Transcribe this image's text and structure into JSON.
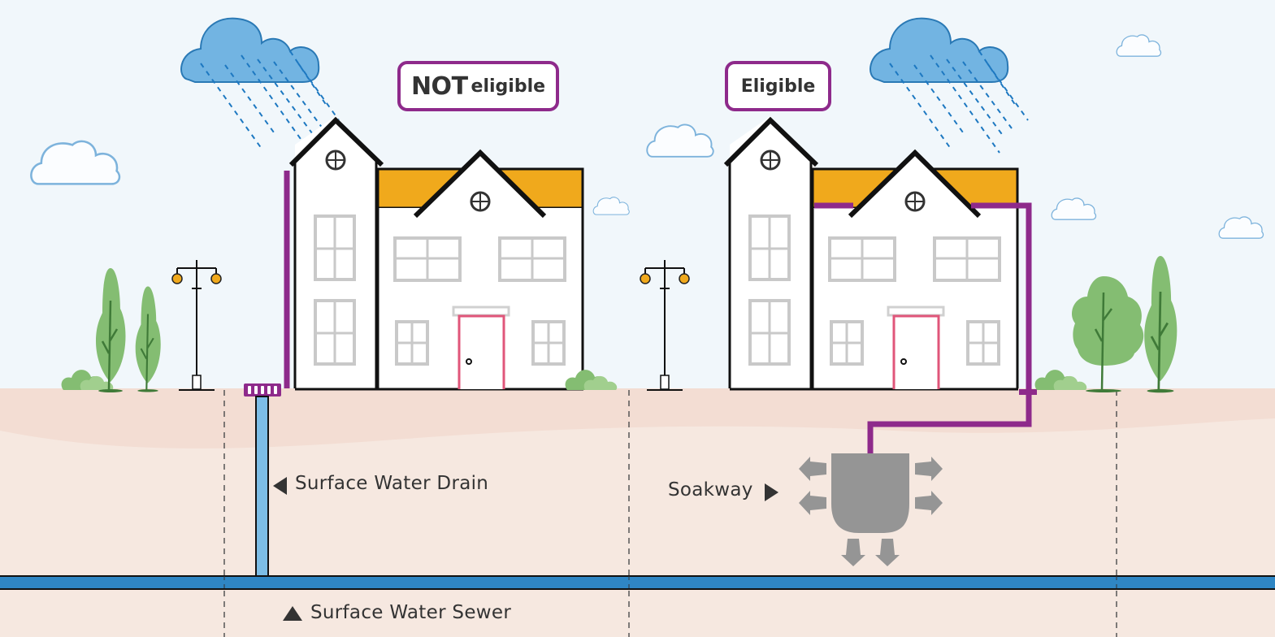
{
  "title": "Surface water drainage eligibility diagram",
  "colors": {
    "sky": "#f1f7fb",
    "ground_top": "#f3ddd3",
    "ground_bottom": "#f6e8e0",
    "pipe_purple": "#8e2a8b",
    "drain_blue": "#7dbde6",
    "sewer_blue": "#2f86c4",
    "roof_orange": "#f0a91c",
    "tree_green": "#84bd72",
    "soakway_grey": "#959595",
    "door_pink": "#e0567a",
    "rain_cloud": "#72b4e2"
  },
  "left_house": {
    "badge_strong": "NOT",
    "badge_rest": "eligible",
    "status": "not eligible"
  },
  "right_house": {
    "badge": "Eligible",
    "status": "eligible"
  },
  "labels": {
    "surface_water_drain": "Surface Water Drain",
    "soakway": "Soakway",
    "surface_water_sewer": "Surface Water Sewer"
  }
}
